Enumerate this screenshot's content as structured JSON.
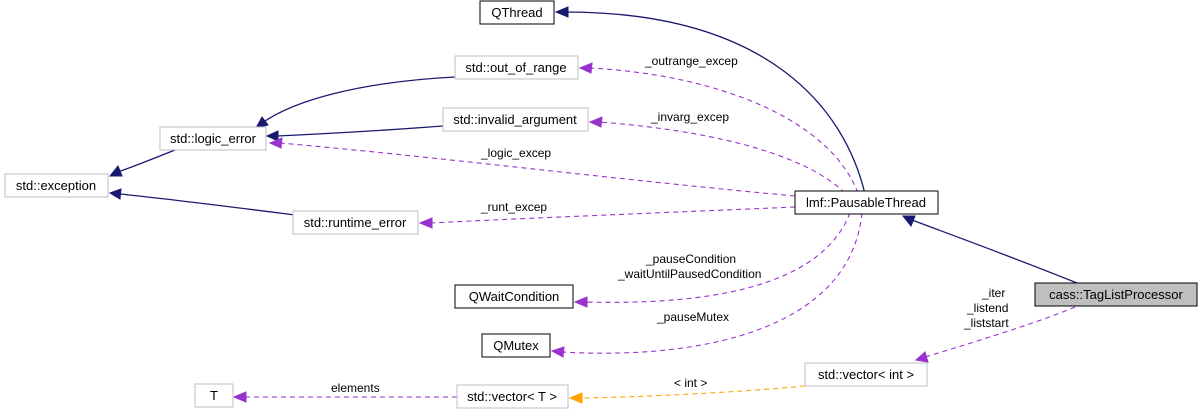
{
  "nodes": {
    "qthread": "QThread",
    "out_of_range": "std::out_of_range",
    "invalid_argument": "std::invalid_argument",
    "logic_error": "std::logic_error",
    "exception": "std::exception",
    "runtime_error": "std::runtime_error",
    "pausable_thread": "lmf::PausableThread",
    "tag_list_processor": "cass::TagListProcessor",
    "qwaitcondition": "QWaitCondition",
    "qmutex": "QMutex",
    "t": "T",
    "vector_t": "std::vector< T >",
    "vector_int": "std::vector< int >"
  },
  "edges": {
    "outrange_excep": "_outrange_excep",
    "invarg_excep": "_invarg_excep",
    "logic_excep": "_logic_excep",
    "runt_excep": "_runt_excep",
    "pause_condition": "_pauseCondition",
    "wait_until_paused": "_waitUntilPausedCondition",
    "pause_mutex": "_pauseMutex",
    "elements": "elements",
    "int_template": "< int >",
    "iter": "_iter",
    "listend": "_listend",
    "liststart": "_liststart"
  },
  "colors": {
    "inheritance": "#191970",
    "usage": "#9a32cd",
    "template": "#ffa500",
    "highlight_fill": "#bfbfbf"
  }
}
